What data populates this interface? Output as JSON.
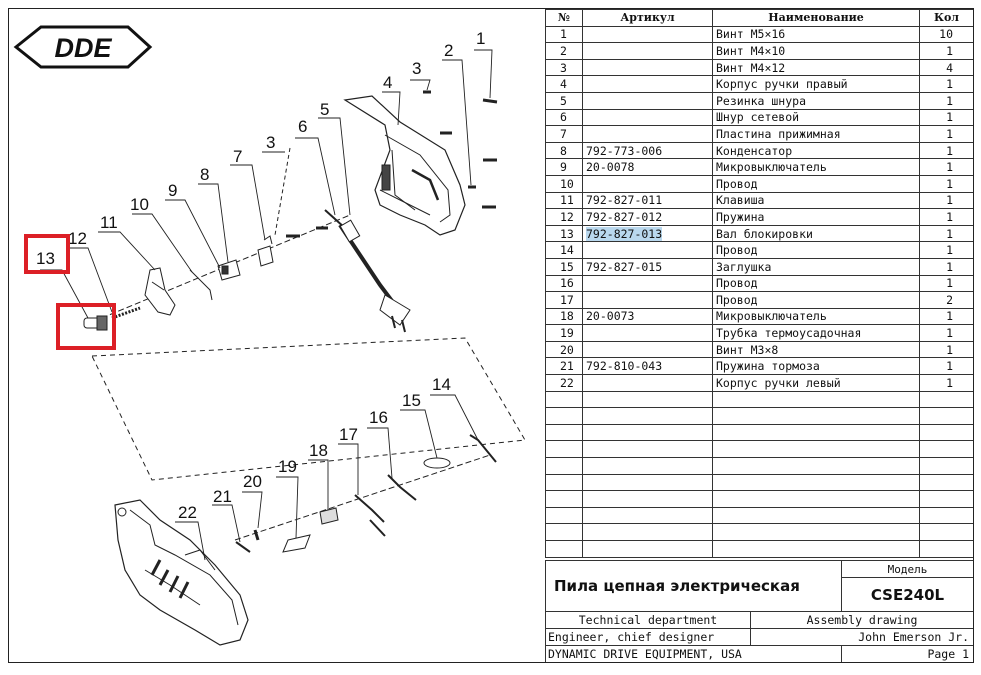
{
  "logo": "DDE",
  "callouts": [
    "1",
    "2",
    "3",
    "4",
    "5",
    "3",
    "6",
    "7",
    "8",
    "9",
    "10",
    "11",
    "12",
    "13",
    "14",
    "15",
    "16",
    "17",
    "18",
    "19",
    "20",
    "21",
    "22"
  ],
  "table": {
    "headers": [
      "№",
      "Артикул",
      "Наименование",
      "Кол"
    ],
    "rows": [
      {
        "no": "1",
        "art": "",
        "name": "Винт M5×16",
        "qty": "10"
      },
      {
        "no": "2",
        "art": "",
        "name": "Винт M4×10",
        "qty": "1"
      },
      {
        "no": "3",
        "art": "",
        "name": "Винт M4×12",
        "qty": "4"
      },
      {
        "no": "4",
        "art": "",
        "name": "Корпус ручки правый",
        "qty": "1"
      },
      {
        "no": "5",
        "art": "",
        "name": "Резинка шнура",
        "qty": "1"
      },
      {
        "no": "6",
        "art": "",
        "name": "Шнур сетевой",
        "qty": "1"
      },
      {
        "no": "7",
        "art": "",
        "name": "Пластина прижимная",
        "qty": "1"
      },
      {
        "no": "8",
        "art": "792-773-006",
        "name": "Конденсатор",
        "qty": "1"
      },
      {
        "no": "9",
        "art": "20-0078",
        "name": "Микровыключатель",
        "qty": "1"
      },
      {
        "no": "10",
        "art": "",
        "name": "Провод",
        "qty": "1"
      },
      {
        "no": "11",
        "art": "792-827-011",
        "name": "Клавиша",
        "qty": "1"
      },
      {
        "no": "12",
        "art": "792-827-012",
        "name": "Пружина",
        "qty": "1"
      },
      {
        "no": "13",
        "art": "792-827-013",
        "name": "Вал блокировки",
        "qty": "1"
      },
      {
        "no": "14",
        "art": "",
        "name": "Провод",
        "qty": "1"
      },
      {
        "no": "15",
        "art": "792-827-015",
        "name": "Заглушка",
        "qty": "1"
      },
      {
        "no": "16",
        "art": "",
        "name": "Провод",
        "qty": "1"
      },
      {
        "no": "17",
        "art": "",
        "name": "Провод",
        "qty": "2"
      },
      {
        "no": "18",
        "art": "20-0073",
        "name": "Микровыключатель",
        "qty": "1"
      },
      {
        "no": "19",
        "art": "",
        "name": "Трубка термоусадочная",
        "qty": "1"
      },
      {
        "no": "20",
        "art": "",
        "name": "Винт M3×8",
        "qty": "1"
      },
      {
        "no": "21",
        "art": "792-810-043",
        "name": "Пружина тормоза",
        "qty": "1"
      },
      {
        "no": "22",
        "art": "",
        "name": "Корпус ручки левый",
        "qty": "1"
      }
    ],
    "empty_rows": 10,
    "highlighted_article": "792-827-013"
  },
  "title_block": {
    "model_label": "Модель",
    "product": "Пила цепная электрическая",
    "model": "CSE240L",
    "department": "Technical department",
    "drawing_type": "Assembly drawing",
    "role": "Engineer, chief designer",
    "engineer": "John Emerson Jr.",
    "company": "DYNAMIC DRIVE EQUIPMENT, USA",
    "page": "Page 1"
  },
  "colors": {
    "highlight_box": "#dc1f26",
    "selection": "#b9d8ee",
    "line": "#222222"
  }
}
